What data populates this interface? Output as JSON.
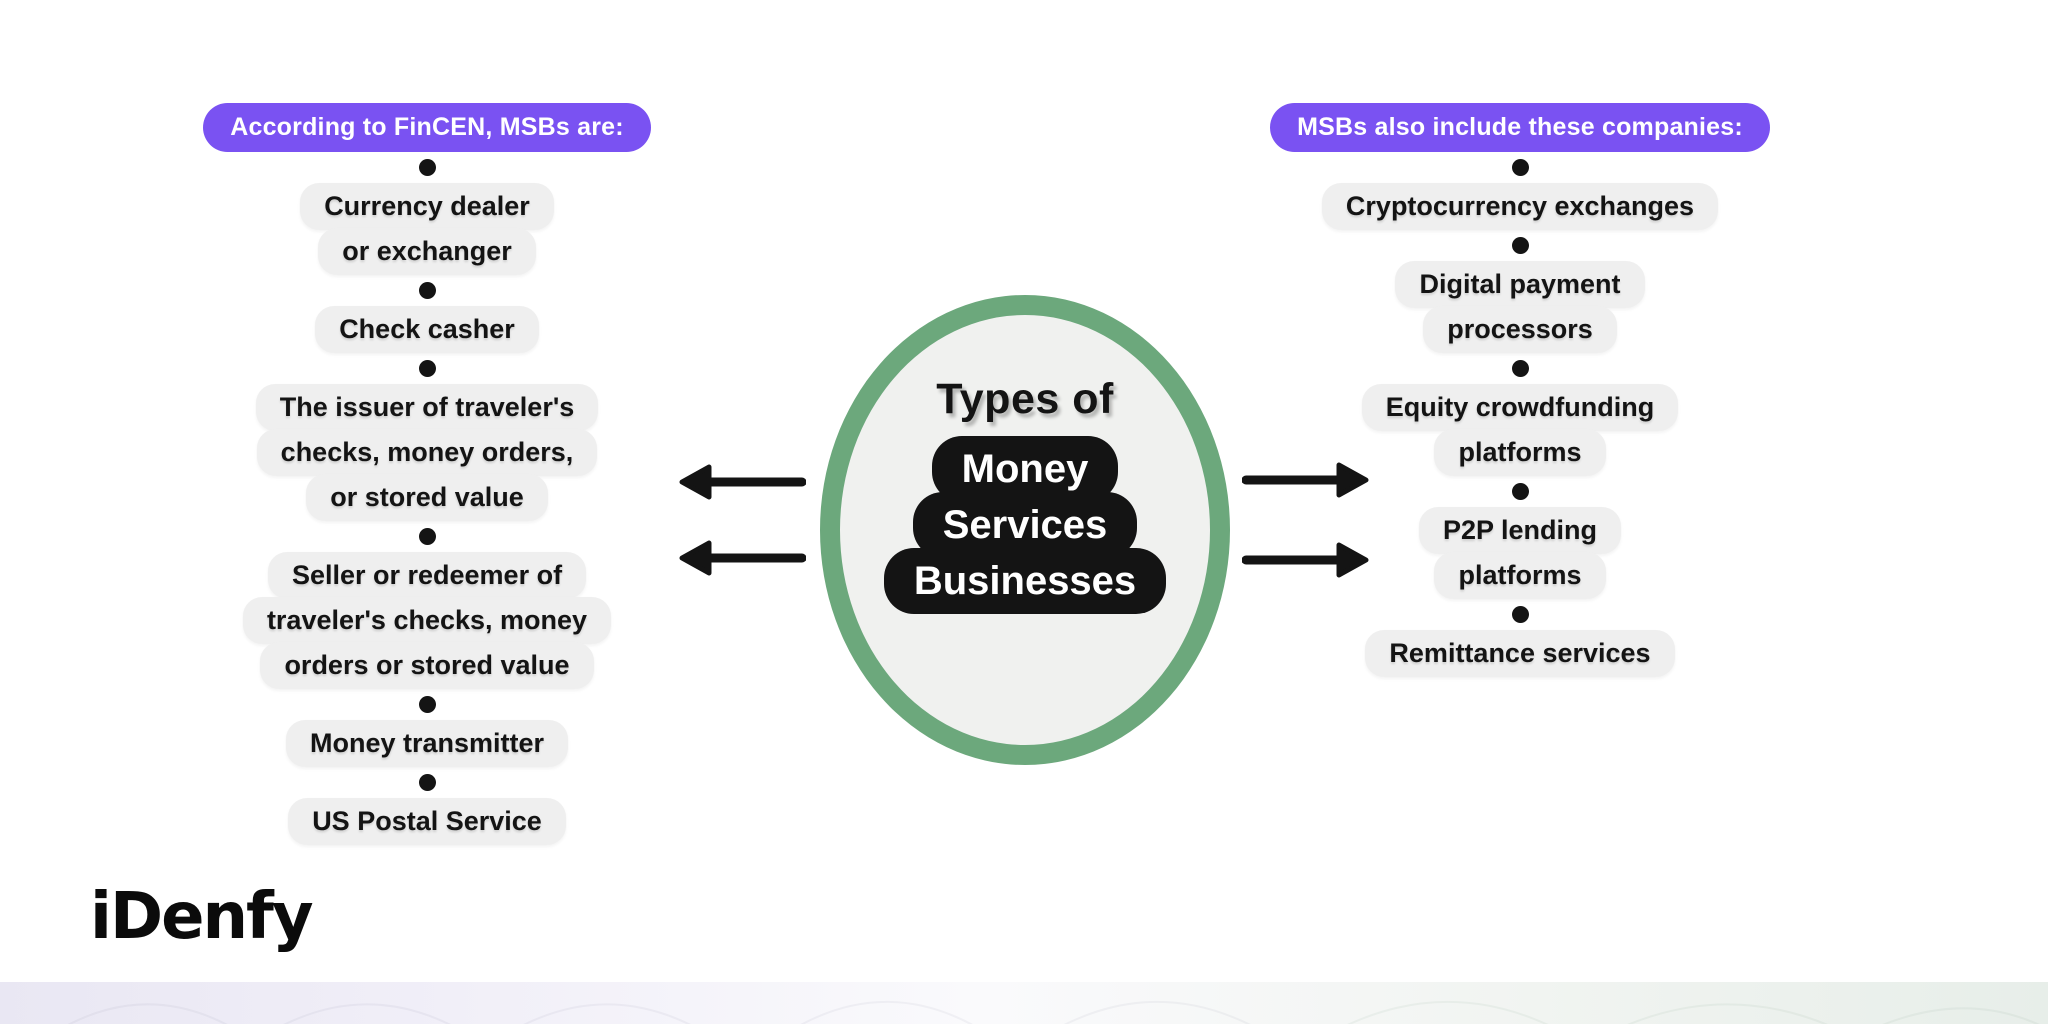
{
  "colors": {
    "accent_purple": "#7A52F2",
    "ring_green": "#6CA87C",
    "pill_gray": "#EFEFEF",
    "ink_black": "#141414",
    "circle_fill": "#F0F1EF"
  },
  "left_panel": {
    "header_label": "According to FinCEN, MSBs are:",
    "items": [
      {
        "lines": [
          "Currency dealer",
          "or exchanger"
        ]
      },
      {
        "lines": [
          "Check casher"
        ]
      },
      {
        "lines": [
          "The issuer of traveler's",
          "checks, money orders,",
          "or stored value"
        ]
      },
      {
        "lines": [
          "Seller or redeemer of",
          "traveler's checks, money",
          "orders or stored value"
        ]
      },
      {
        "lines": [
          "Money transmitter"
        ]
      },
      {
        "lines": [
          "US Postal Service"
        ]
      }
    ]
  },
  "right_panel": {
    "header_label": "MSBs also include these companies:",
    "items": [
      {
        "lines": [
          "Cryptocurrency exchanges"
        ]
      },
      {
        "lines": [
          "Digital payment",
          "processors"
        ]
      },
      {
        "lines": [
          "Equity crowdfunding",
          "platforms"
        ]
      },
      {
        "lines": [
          "P2P lending",
          "platforms"
        ]
      },
      {
        "lines": [
          "Remittance services"
        ]
      }
    ]
  },
  "center": {
    "title": "Types of",
    "subject_lines": [
      "Money",
      "Services",
      "Businesses"
    ]
  },
  "branding": {
    "logo_text": "iDenfy"
  },
  "icons": {
    "connector_dot": "filled-circle",
    "arrow_left": "left-pointing-arrow",
    "arrow_right": "right-pointing-arrow"
  }
}
